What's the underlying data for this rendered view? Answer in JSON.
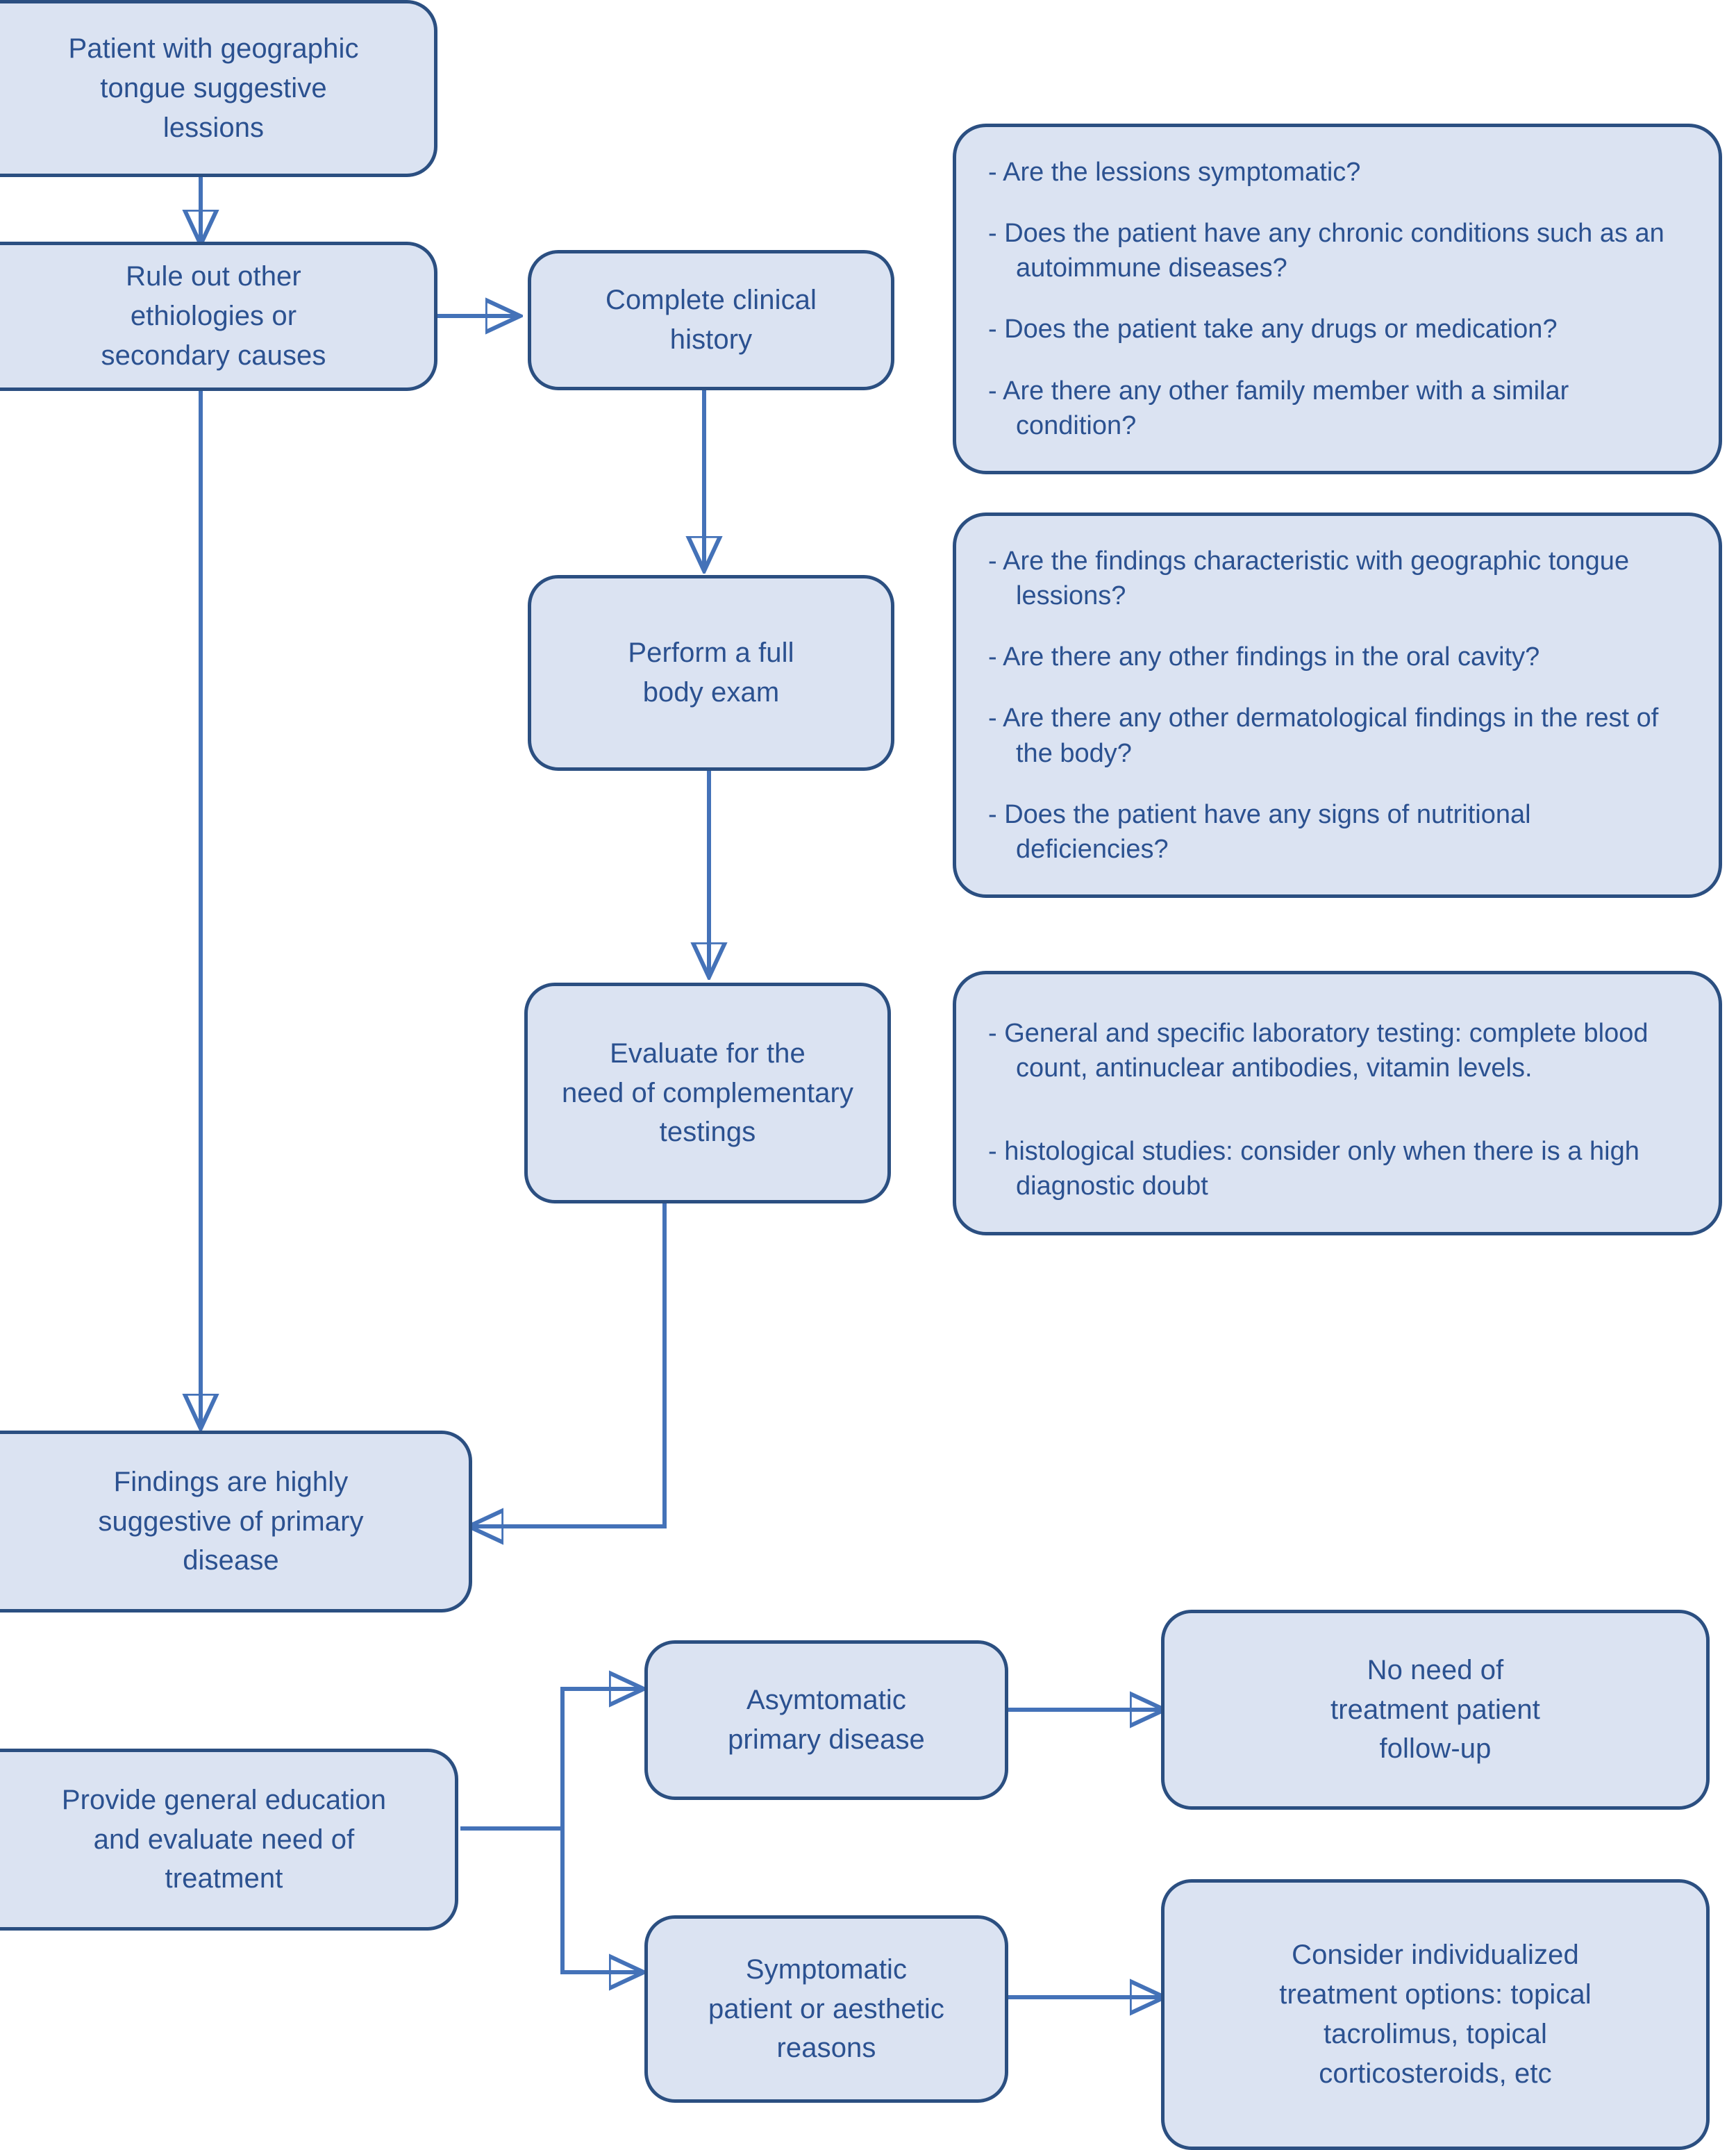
{
  "colors": {
    "node_fill": "#dbe3f2",
    "node_border": "#2b4f81",
    "node_text": "#2b5190",
    "connector": "#4472b8",
    "background": "#ffffff"
  },
  "diagram": {
    "type": "flowchart",
    "title": "Geographic tongue diagnostic and management algorithm",
    "nodes": [
      {
        "id": "start",
        "label": "Patient with geographic\ntongue suggestive\nlessions"
      },
      {
        "id": "rule_out",
        "label": "Rule out other\nethiologies or\nsecondary causes"
      },
      {
        "id": "history",
        "label": "Complete clinical\nhistory"
      },
      {
        "id": "exam",
        "label": "Perform a full\nbody exam"
      },
      {
        "id": "testing",
        "label": "Evaluate for the\nneed of complementary\ntestings"
      },
      {
        "id": "findings",
        "label": "Findings are highly\nsuggestive of primary\ndisease"
      },
      {
        "id": "education",
        "label": "Provide general education\nand evaluate need of\ntreatment"
      },
      {
        "id": "asymptomatic",
        "label": "Asymtomatic\nprimary disease"
      },
      {
        "id": "no_treatment",
        "label": "No need of\ntreatment patient\nfollow-up"
      },
      {
        "id": "symptomatic",
        "label": "Symptomatic\npatient or  aesthetic\nreasons"
      },
      {
        "id": "treatment",
        "label": "Consider individualized\ntreatment options: topical\ntacrolimus, topical\ncorticosteroids, etc"
      }
    ],
    "edges": [
      {
        "from": "start",
        "to": "rule_out"
      },
      {
        "from": "rule_out",
        "to": "history"
      },
      {
        "from": "rule_out",
        "to": "findings"
      },
      {
        "from": "history",
        "to": "exam"
      },
      {
        "from": "exam",
        "to": "testing"
      },
      {
        "from": "testing",
        "to": "findings"
      },
      {
        "from": "education",
        "to": "asymptomatic"
      },
      {
        "from": "education",
        "to": "symptomatic"
      },
      {
        "from": "asymptomatic",
        "to": "no_treatment"
      },
      {
        "from": "symptomatic",
        "to": "treatment"
      }
    ],
    "panels": [
      {
        "id": "history_questions",
        "attached_to": "history",
        "items": [
          "-  Are the lessions symptomatic?",
          "-  Does the patient have any chronic conditions such as an autoimmune diseases?",
          "-  Does the patient take any drugs or medication?",
          "-  Are there any other family member with a similar condition?"
        ]
      },
      {
        "id": "exam_questions",
        "attached_to": "exam",
        "items": [
          "-   Are the findings characteristic with geographic tongue lessions?",
          "-  Are there any other findings in the oral cavity?",
          "-  Are there any other dermatological findings in the rest of the body?",
          "-  Does the patient have any signs of nutritional deficiencies?"
        ]
      },
      {
        "id": "testing_notes",
        "attached_to": "testing",
        "items": [
          "-    General and specific laboratory testing: complete blood count, antinuclear antibodies, vitamin levels.",
          "-  histological  studies: consider only when there is a high diagnostic doubt"
        ]
      }
    ]
  }
}
